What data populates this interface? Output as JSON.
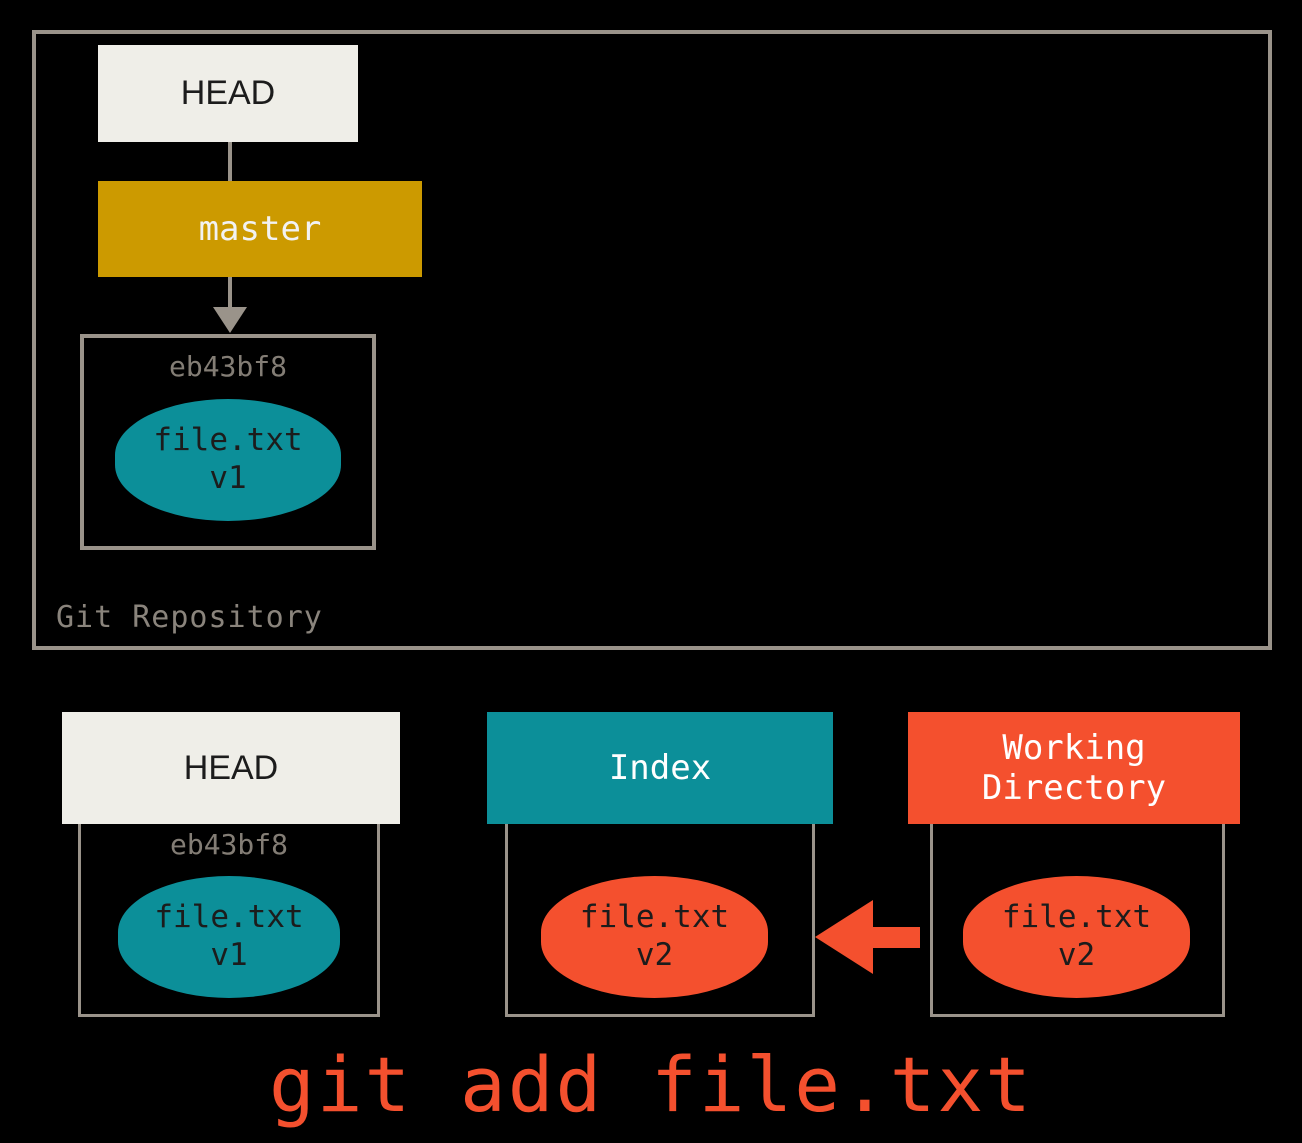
{
  "diagram": {
    "title": "git add file.txt",
    "command_caption": "git add file.txt"
  },
  "colors": {
    "background": "#000000",
    "frame_border": "#9a938a",
    "head_box": "#efeee8",
    "branch_box": "#cc9a00",
    "teal": "#0c8f99",
    "red": "#f4502e",
    "hash_text": "#837d75",
    "repo_label_text": "#8a847c"
  },
  "repository": {
    "label": "Git Repository",
    "head_pointer": {
      "label": "HEAD"
    },
    "branch": {
      "label": "master"
    },
    "commit": {
      "hash": "eb43bf8",
      "blob": {
        "filename": "file.txt",
        "version": "v1"
      }
    }
  },
  "stages": [
    {
      "name": "head",
      "header": "HEAD",
      "hash": "eb43bf8",
      "blob": {
        "filename": "file.txt",
        "version": "v1"
      }
    },
    {
      "name": "index",
      "header": "Index",
      "hash": "",
      "blob": {
        "filename": "file.txt",
        "version": "v2"
      }
    },
    {
      "name": "working-directory",
      "header_line1": "Working",
      "header_line2": "Directory",
      "hash": "",
      "blob": {
        "filename": "file.txt",
        "version": "v2"
      }
    }
  ]
}
